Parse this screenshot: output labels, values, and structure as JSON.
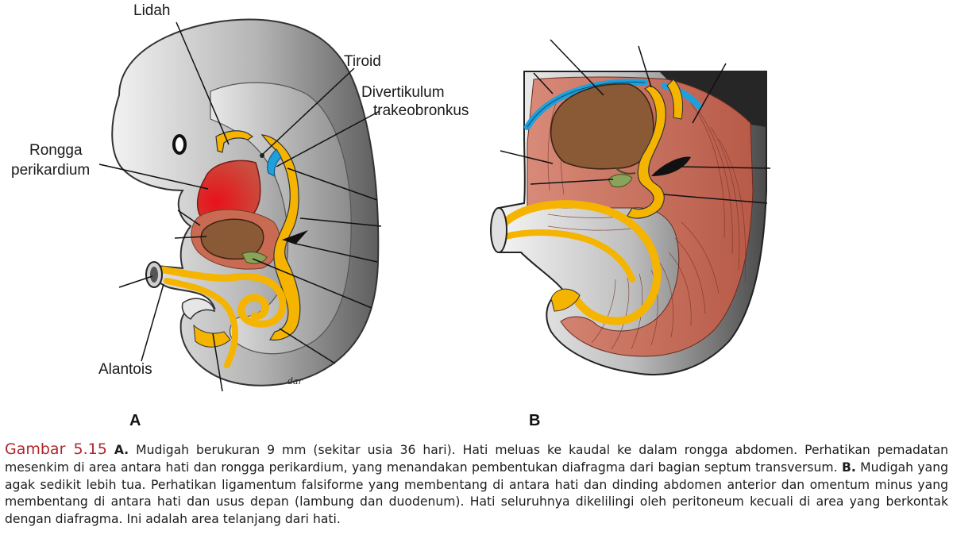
{
  "labels": {
    "lidah": "Lidah",
    "tiroid": "Tiroid",
    "divertikulum_1": "Divertikulum",
    "divertikulum_2": "trakeobronkus",
    "rongga_1": "Rongga",
    "rongga_2": "perikardium",
    "alantois": "Alantois",
    "signature": "dar"
  },
  "panels": {
    "a": "A",
    "b": "B"
  },
  "caption": {
    "figure_number": "Gambar 5.15",
    "a_marker": "A.",
    "a_text": "Mudigah berukuran 9 mm (sekitar usia 36 hari). Hati meluas ke kaudal ke dalam rongga abdomen. Perhatikan pemadatan mesenkim di area antara hati dan rongga perikardium, yang menandakan pembentukan diafragma dari bagian septum transversum.",
    "b_marker": "B.",
    "b_text": "Mudigah yang agak sedikit lebih tua. Perhatikan ligamentum falsiforme yang membentang di antara hati dan dinding abdomen anterior dan omentum minus yang membentang di antara hati dan usus depan (lambung dan duodenum). Hati seluruhnya dikelilingi oleh peritoneum kecuali di area yang berkontak dengan diafragma. Ini adalah area telanjang dari hati."
  },
  "colors": {
    "embryo_gray": "#a8a8a8",
    "dark_gray": "#6e6e6e",
    "gut_yellow": "#f5b400",
    "liver_brown": "#8a5a36",
    "heart_red": "#d92a1e",
    "mesenchyme_red": "#c96a52",
    "diaphragm_blue": "#1ea0dc",
    "gallbladder_green": "#8aa35a",
    "caption_red": "#b0262b"
  }
}
